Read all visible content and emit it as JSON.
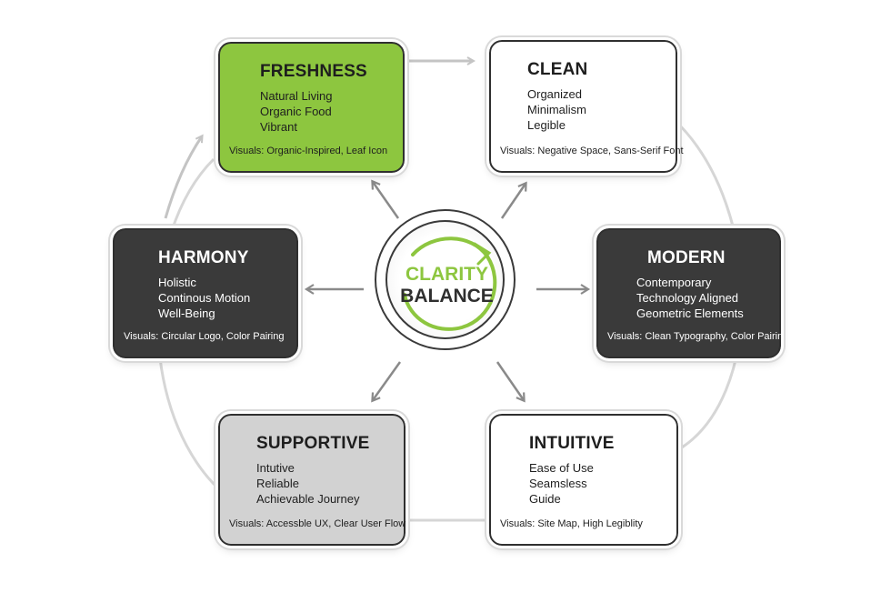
{
  "center": {
    "line1": "CLARITY",
    "line2": "BALANCE",
    "accent_color": "#8dc63f"
  },
  "nodes": {
    "freshness": {
      "title": "FRESHNESS",
      "items": [
        "Natural Living",
        "Organic Food",
        "Vibrant"
      ],
      "visuals": "Visuals: Organic-Inspired, Leaf Icon",
      "fill": "#8dc63f"
    },
    "clean": {
      "title": "CLEAN",
      "items": [
        "Organized",
        "Minimalism",
        "Legible"
      ],
      "visuals": "Visuals: Negative Space, Sans-Serif Font",
      "fill": "#ffffff"
    },
    "harmony": {
      "title": "HARMONY",
      "items": [
        "Holistic",
        "Continous Motion",
        "Well-Being"
      ],
      "visuals": "Visuals: Circular Logo, Color Pairing",
      "fill": "#3a3a3a"
    },
    "modern": {
      "title": "MODERN",
      "items": [
        "Contemporary",
        "Technology Aligned",
        "Geometric Elements"
      ],
      "visuals": "Visuals: Clean Typography, Color Pairin",
      "fill": "#3a3a3a"
    },
    "supportive": {
      "title": "SUPPORTIVE",
      "items": [
        "Intutive",
        "Reliable",
        "Achievable Journey"
      ],
      "visuals": "Visuals: Accessble UX, Clear User Flow",
      "fill": "#d2d2d2"
    },
    "intuitive": {
      "title": "INTUITIVE",
      "items": [
        "Ease of Use",
        "Seamsless",
        "Guide"
      ],
      "visuals": "Visuals: Site Map, High Legiblity",
      "fill": "#ffffff"
    }
  }
}
